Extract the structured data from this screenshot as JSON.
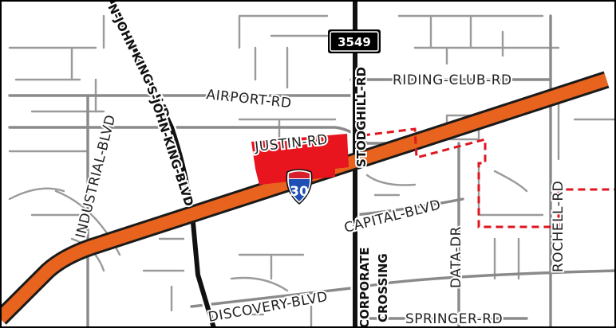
{
  "roads": {
    "n_john_king": "N-JOHN KING BLVD",
    "s_john_king": "S-JOHN-KING-BLVD",
    "airport": "AIRPORT-RD",
    "riding_club": "RIDING-CLUB-RD",
    "industrial": "INDUSTRIAL-BLVD",
    "justin": "JUSTIN-RD",
    "stodghill": "STODGHILL-RD",
    "capital": "CAPITAL-BLVD",
    "data_dr": "DATA-DR",
    "rochell": "ROCHELL-RD",
    "corporate_line1": "CORPORATE",
    "corporate_line2": "CROSSING",
    "discovery": "DISCOVERY-BLVD",
    "springer": "SPRINGER-RD"
  },
  "route_marker": "3549",
  "interstate_shield": "30",
  "colors": {
    "interstate": "#e8631e",
    "site": "#e8141e",
    "shield_blue": "#1f4fb4",
    "shield_red": "#d81e2a"
  }
}
